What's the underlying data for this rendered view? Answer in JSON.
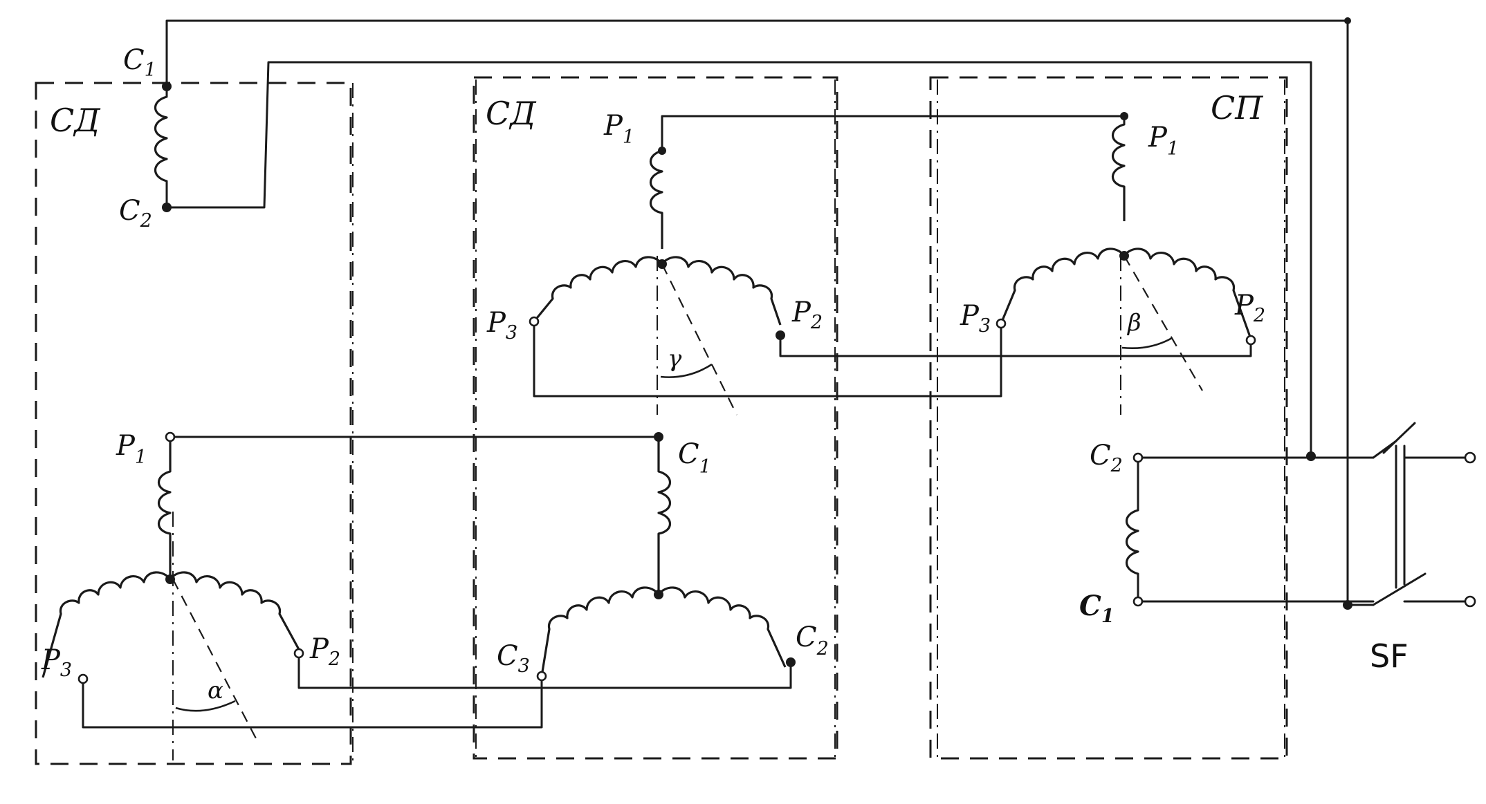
{
  "labels": {
    "box_left_title": "СД",
    "box_middle_title": "СД",
    "box_right_title": "СП",
    "switch_label": "SF",
    "letter_C": "C",
    "letter_P": "P",
    "sub_1": "1",
    "sub_2": "2",
    "sub_3": "3",
    "angle_alpha": "α",
    "angle_beta": "β",
    "angle_gamma": "γ"
  },
  "colors": {
    "ink": "#1a1a1a",
    "paper": "#ffffff"
  }
}
